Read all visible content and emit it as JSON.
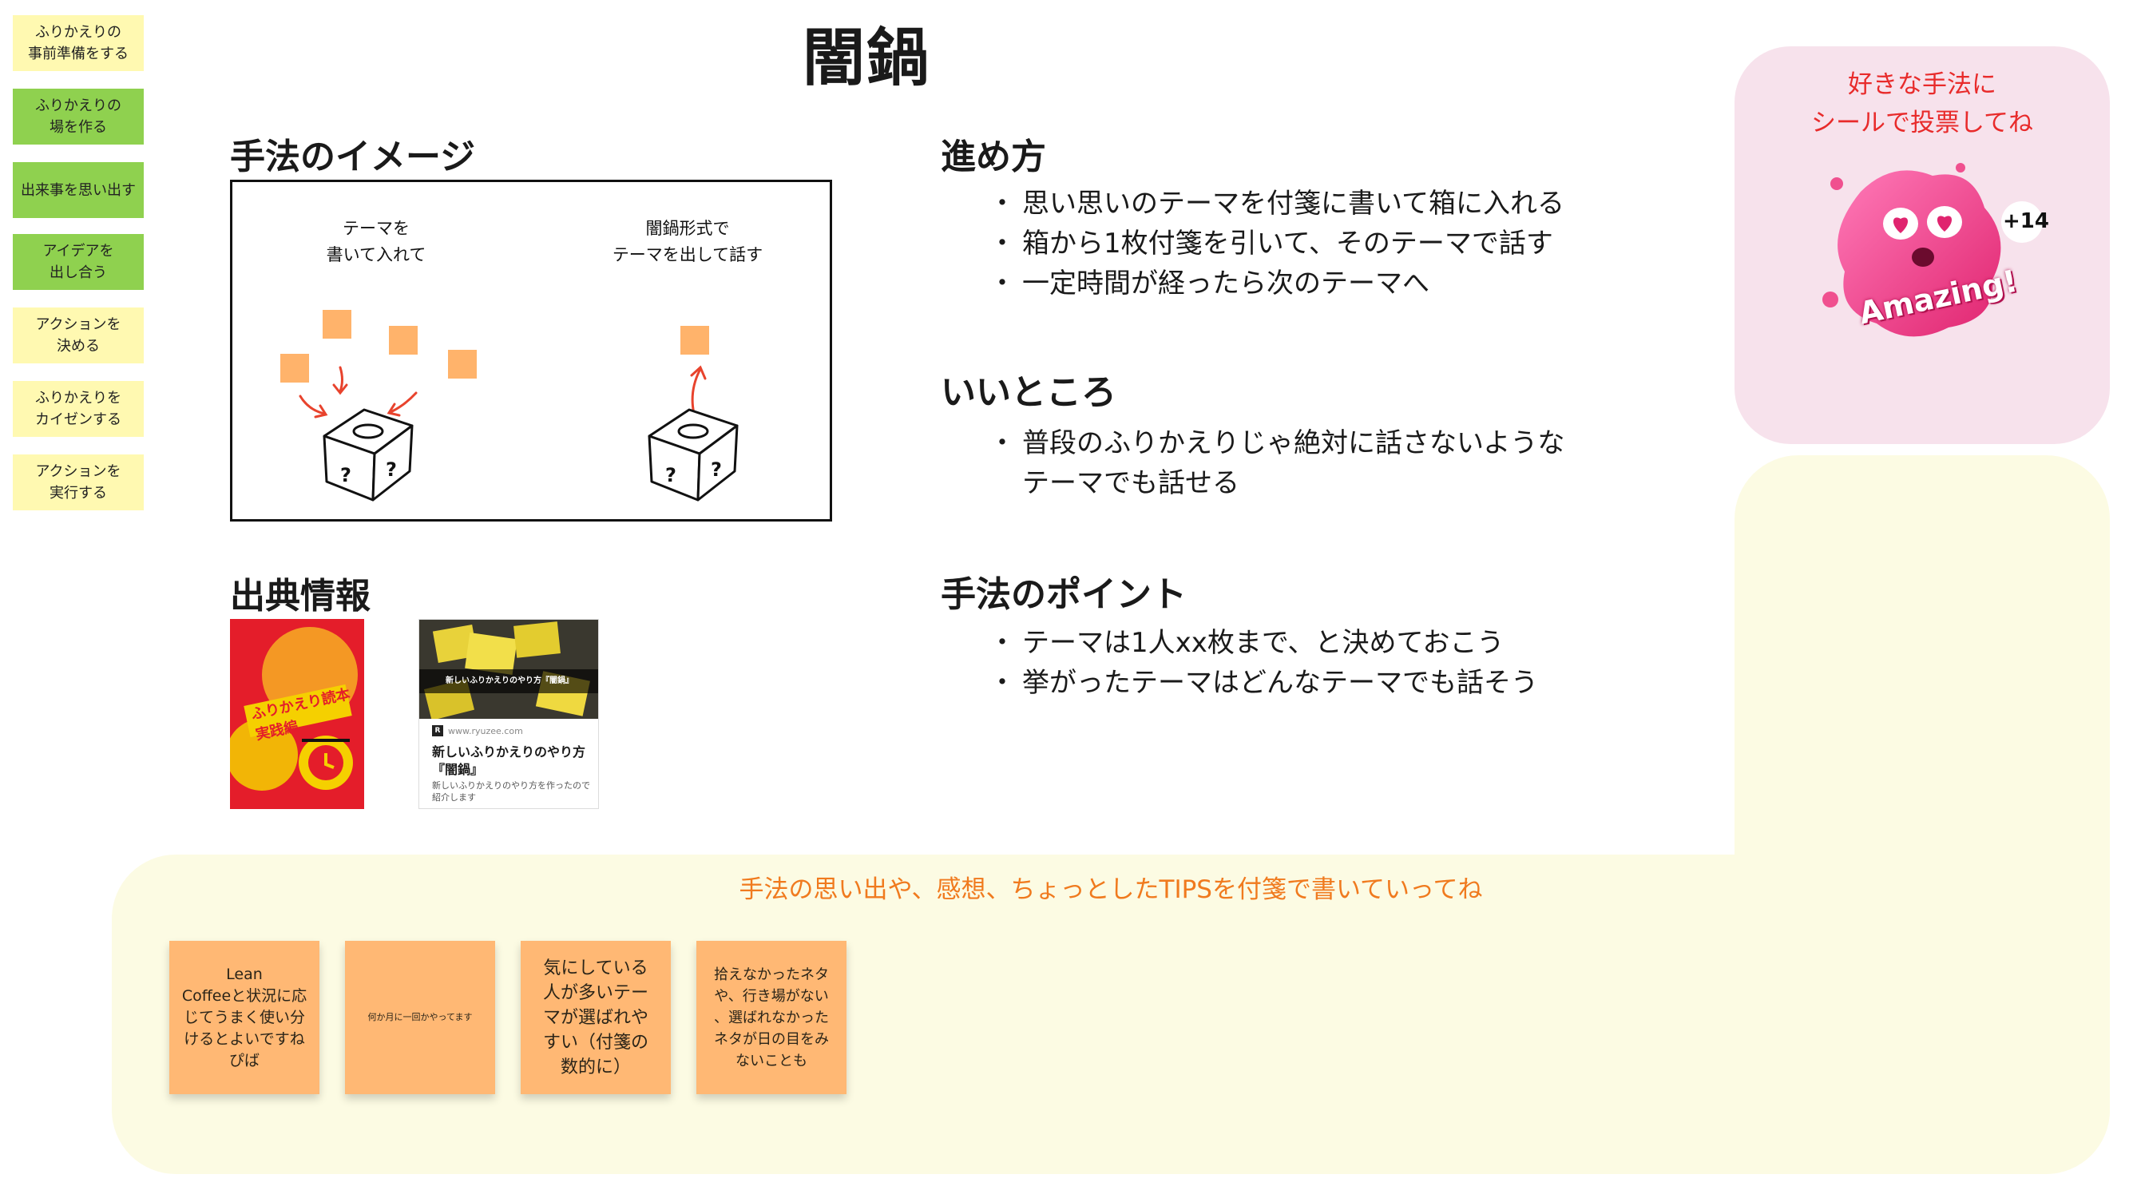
{
  "sidebar": {
    "items": [
      {
        "label": "ふりかえりの\n事前準備をする",
        "color": "yellow"
      },
      {
        "label": "ふりかえりの\n場を作る",
        "color": "green"
      },
      {
        "label": "出来事を思い出す",
        "color": "green"
      },
      {
        "label": "アイデアを\n出し合う",
        "color": "green"
      },
      {
        "label": "アクションを\n決める",
        "color": "yellow"
      },
      {
        "label": "ふりかえりを\nカイゼンする",
        "color": "yellow"
      },
      {
        "label": "アクションを\n実行する",
        "color": "yellow"
      }
    ]
  },
  "page": {
    "title": "闇鍋"
  },
  "image_section": {
    "heading": "手法のイメージ",
    "left_caption": "テーマを\n書いて入れて",
    "right_caption": "闇鍋形式で\nテーマを出して話す"
  },
  "steps": {
    "heading": "進め方",
    "items": [
      "思い思いのテーマを付箋に書いて箱に入れる",
      "箱から1枚付箋を引いて、そのテーマで話す",
      "一定時間が経ったら次のテーマへ"
    ]
  },
  "good_points": {
    "heading": "いいところ",
    "items": [
      "普段のふりかえりじゃ絶対に話さないような\nテーマでも話せる"
    ]
  },
  "tips": {
    "heading": "手法のポイント",
    "items": [
      "テーマは1人xx枚まで、と決めておこう",
      "挙がったテーマはどんなテーマでも話そう"
    ]
  },
  "sources": {
    "heading": "出典情報",
    "book_text": "ふりかえり読本 実践編",
    "card": {
      "photo_text": "新しいふりかえりのやり方『闇鍋』",
      "url": "www.ryuzee.com",
      "title": "新しいふりかえりのやり方『闇鍋』",
      "description": "新しいふりかえりのやり方を作ったので紹介します"
    }
  },
  "vote": {
    "text": "好きな手法に\nシールで投票してね",
    "sticker_text": "Amazing!",
    "count": "+14"
  },
  "feedback": {
    "prompt": "手法の思い出や、感想、ちょっとしたTIPSを付箋で書いていってね",
    "notes": [
      "Lean\nCoffeeと状況に応\nじてうまく使い分\nけるとよいですね\nぴば",
      "何か月に一回かやってます",
      "気にしている\n人が多いテー\nマが選ばれや\nすい（付箋の\n数的に）",
      "拾えなかったネタ\nや、行き場がない\n、選ばれなかった\nネタが日の目をみ\nないことも"
    ]
  },
  "colors": {
    "sticky_yellow": "#fff9b1",
    "sticky_green": "#8fd14f",
    "sticky_orange": "#ffb874",
    "vote_bg": "#f7e2ec",
    "vote_text": "#e82b2b",
    "area_bg": "#fcfbe3",
    "area_text": "#f07a1e"
  }
}
